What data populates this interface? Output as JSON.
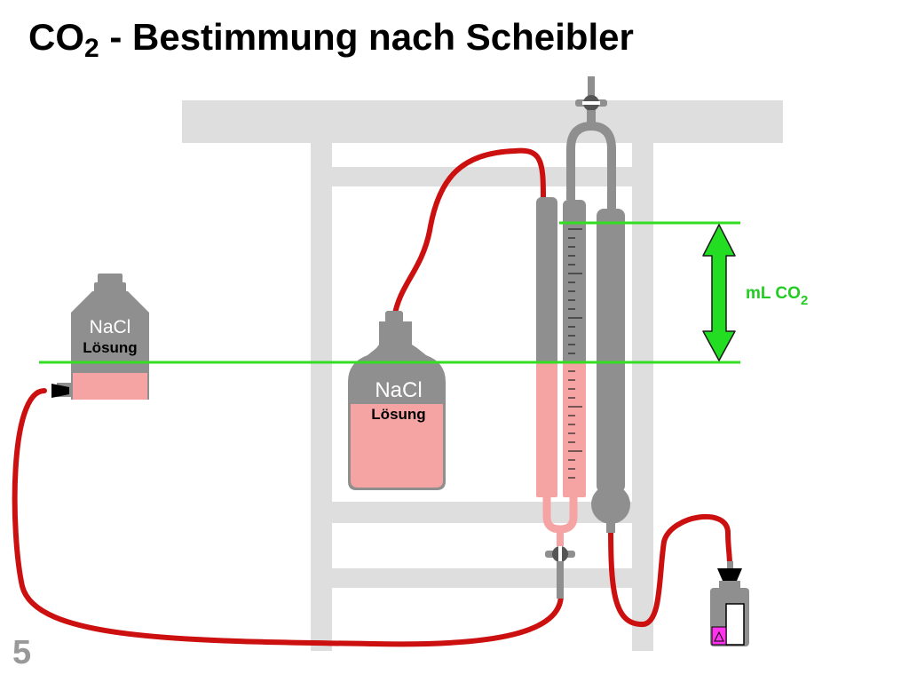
{
  "title": {
    "main": "CO",
    "sub": "2",
    "rest": " - Bestimmung  nach  Scheibler"
  },
  "page_number": "5",
  "measurement": {
    "prefix": "mL CO",
    "sub": "2"
  },
  "bottle_left": {
    "line1": "NaCl",
    "line2": "Lösung"
  },
  "bottle_center": {
    "line1": "NaCl",
    "line2": "Lösung"
  },
  "colors": {
    "tube": "#cc0f0f",
    "liquid": "#f5a3a3",
    "glass": "#8f8f8f",
    "stand": "#dedede",
    "level_line": "#33dd22",
    "arrow": "#22dd22",
    "sample": "#ff33ee"
  }
}
